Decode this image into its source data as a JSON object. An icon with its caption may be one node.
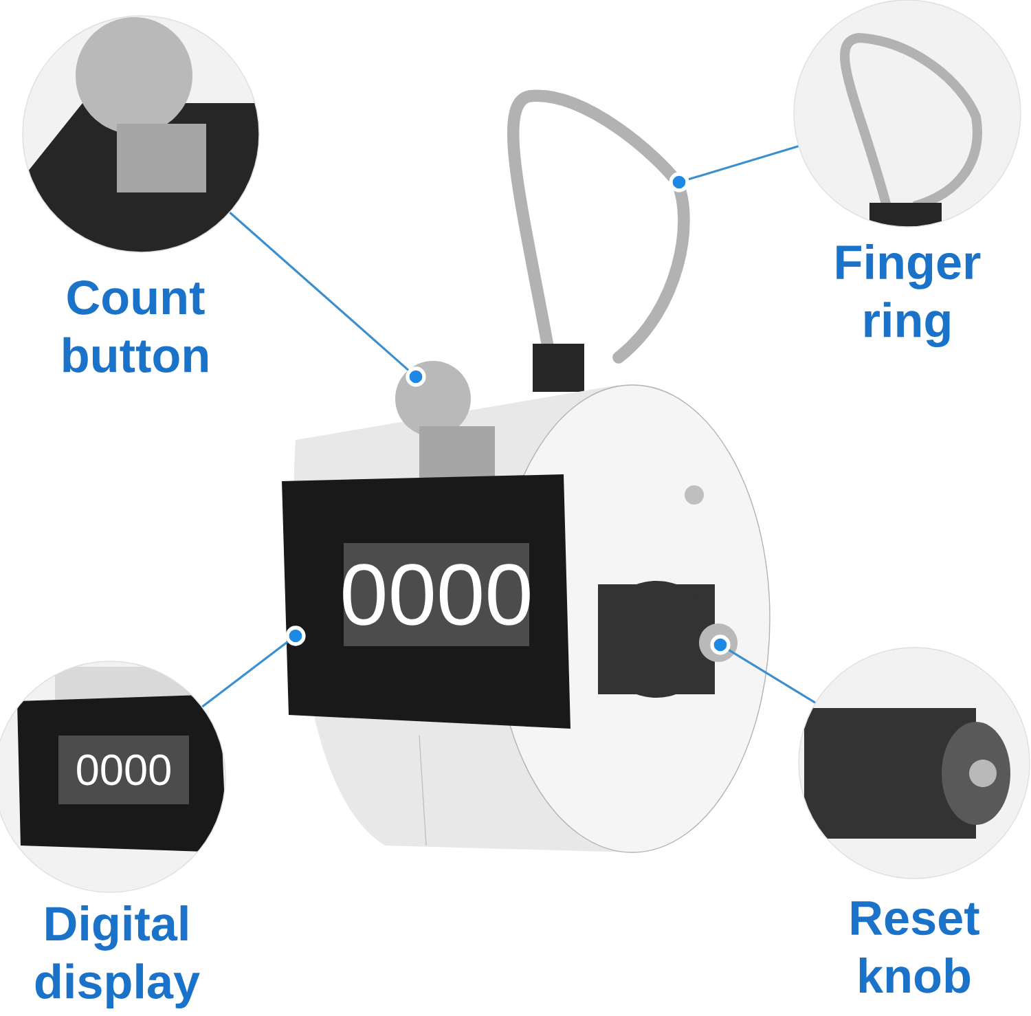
{
  "diagram": {
    "nodes": [
      {
        "text": [
          "Count button"
        ]
      },
      {
        "text": [
          "Finger ring"
        ]
      },
      {
        "text": [
          "Digital display"
        ]
      },
      {
        "text": [
          "Reset knob"
        ]
      },
      {
        "text": [],
        "shape": "circle"
      },
      {
        "text": [],
        "shape": "circle"
      },
      {
        "text": [],
        "shape": "circle"
      },
      {
        "text": [],
        "shape": "circle"
      }
    ],
    "edges": [
      {
        "from": 0,
        "to": 4,
        "arrow": "none"
      },
      {
        "from": 1,
        "to": 5,
        "arrow": "none"
      },
      {
        "from": 2,
        "to": 6,
        "arrow": "none"
      },
      {
        "from": 3,
        "to": 7,
        "arrow": "none"
      }
    ],
    "labels": [
      "0000",
      "0000"
    ]
  }
}
